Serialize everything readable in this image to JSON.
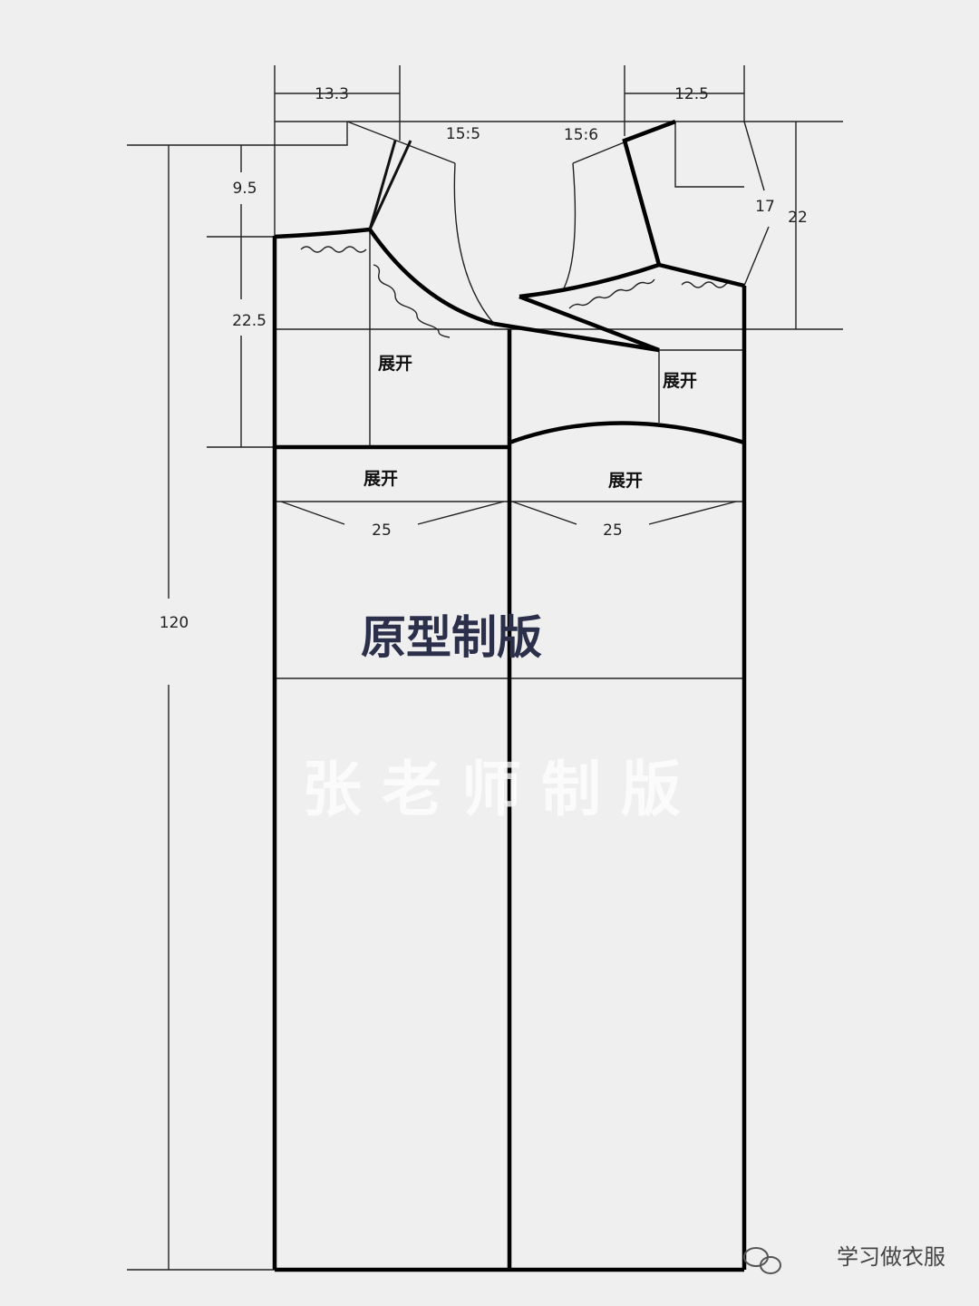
{
  "dimensions": {
    "front_neck_width": "13.3",
    "back_neck_width": "12.5",
    "front_shoulder_slope": "15:5",
    "back_shoulder_slope": "15:6",
    "front_neck_depth": "9.5",
    "armhole_depth": "22.5",
    "back_side_17": "17",
    "back_side_22": "22",
    "total_length": "120",
    "front_hem_width": "25",
    "back_hem_width": "25"
  },
  "labels": {
    "expand_front_upper": "展开",
    "expand_back_upper": "展开",
    "expand_front_lower": "展开",
    "expand_back_lower": "展开"
  },
  "title": "原型制版",
  "watermark": "张老师制版",
  "credit": "学习做衣服",
  "colors": {
    "background": "#efefef",
    "lines": "#000000",
    "title": "#2b2f4a"
  },
  "icons": {
    "credit_icon": "wechat-icon"
  }
}
